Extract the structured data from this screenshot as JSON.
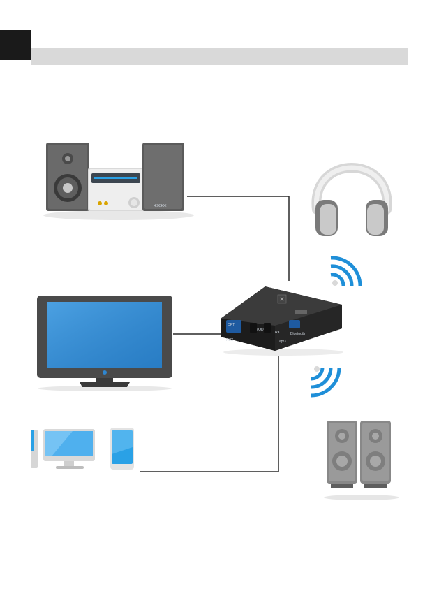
{
  "page": {
    "tab_color": "#1a1a1a",
    "header_band_color": "#d9d9d9"
  },
  "devices": {
    "stereo": {
      "icon": "hifi-stereo-icon",
      "brand_text": "ЖЖЖЖ"
    },
    "tv": {
      "icon": "flat-tv-icon"
    },
    "computer": {
      "icon": "desktop-computer-icon"
    },
    "phone": {
      "icon": "smartphone-icon"
    },
    "headphones": {
      "icon": "headphones-icon"
    },
    "speakers": {
      "icon": "speakers-icon"
    }
  },
  "transmitter": {
    "icon": "bluetooth-transmitter-icon",
    "label_opt": "OPT",
    "label_mode": "MODE",
    "label_rx": "RX",
    "label_bt": "Bluetooth",
    "label_aux": "AUX",
    "label_aptx": "aptX"
  },
  "signals": {
    "icon": "wireless-signal-icon",
    "accent": "#1f8fd8"
  }
}
